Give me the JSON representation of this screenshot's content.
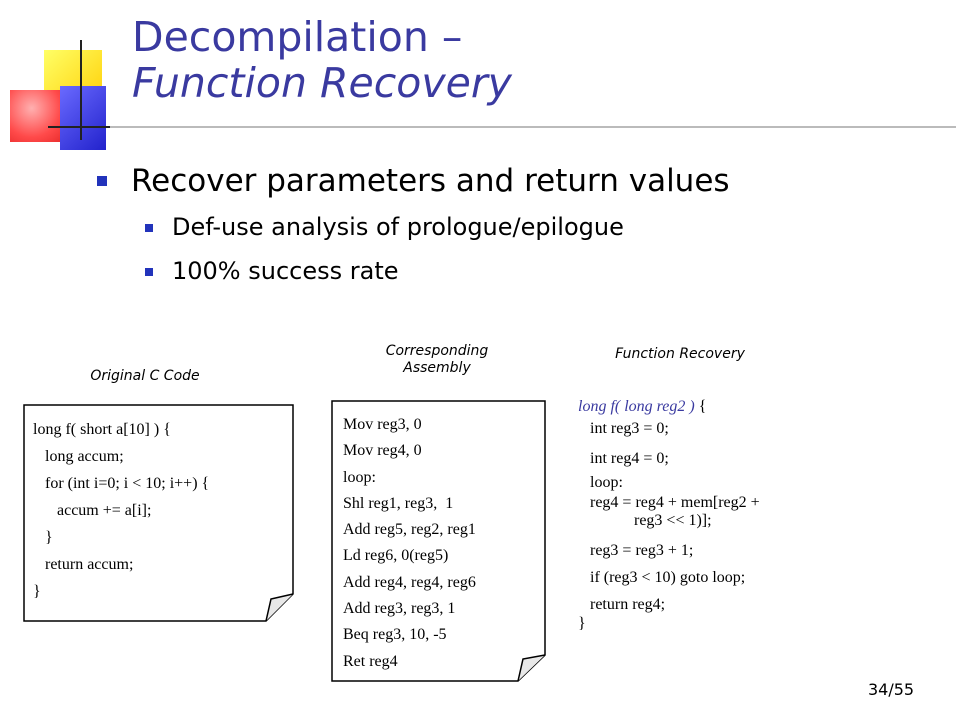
{
  "title": {
    "line1": "Decompilation –",
    "line2": "Function Recovery"
  },
  "bullets": {
    "main": "Recover parameters and return values",
    "sub": [
      "Def-use analysis of prologue/epilogue",
      "100% success rate"
    ]
  },
  "captions": {
    "original": "Original C Code",
    "assembly_line1": "Corresponding",
    "assembly_line2": "Assembly",
    "recovery": "Function Recovery"
  },
  "original_code": [
    "long f( short a[10] ) {",
    "   long accum;",
    "   for (int i=0; i < 10; i++) {",
    "      accum += a[i];",
    "   }",
    "   return accum;",
    "}"
  ],
  "assembly_code": [
    "Mov reg3, 0",
    "Mov reg4, 0",
    "loop:",
    "Shl reg1, reg3,  1",
    "Add reg5, reg2, reg1",
    "Ld reg6, 0(reg5)",
    "Add reg4, reg4, reg6",
    "Add reg3, reg3, 1",
    "Beq reg3, 10, -5",
    "Ret reg4"
  ],
  "recovery_code": {
    "signature": "long f( long reg2 )",
    "open_brace": " {",
    "lines": [
      "   int reg3 = 0;",
      "   int reg4 = 0;",
      "   loop:",
      "   reg4 = reg4 + mem[reg2 +",
      "              reg3 << 1)];",
      "   reg3 = reg3 + 1;",
      "   if (reg3 < 10) goto loop;",
      "   return reg4;",
      "}"
    ]
  },
  "page_number": "34/55",
  "colors": {
    "title": "#3a3aa0",
    "bullet": "#2233bb"
  }
}
